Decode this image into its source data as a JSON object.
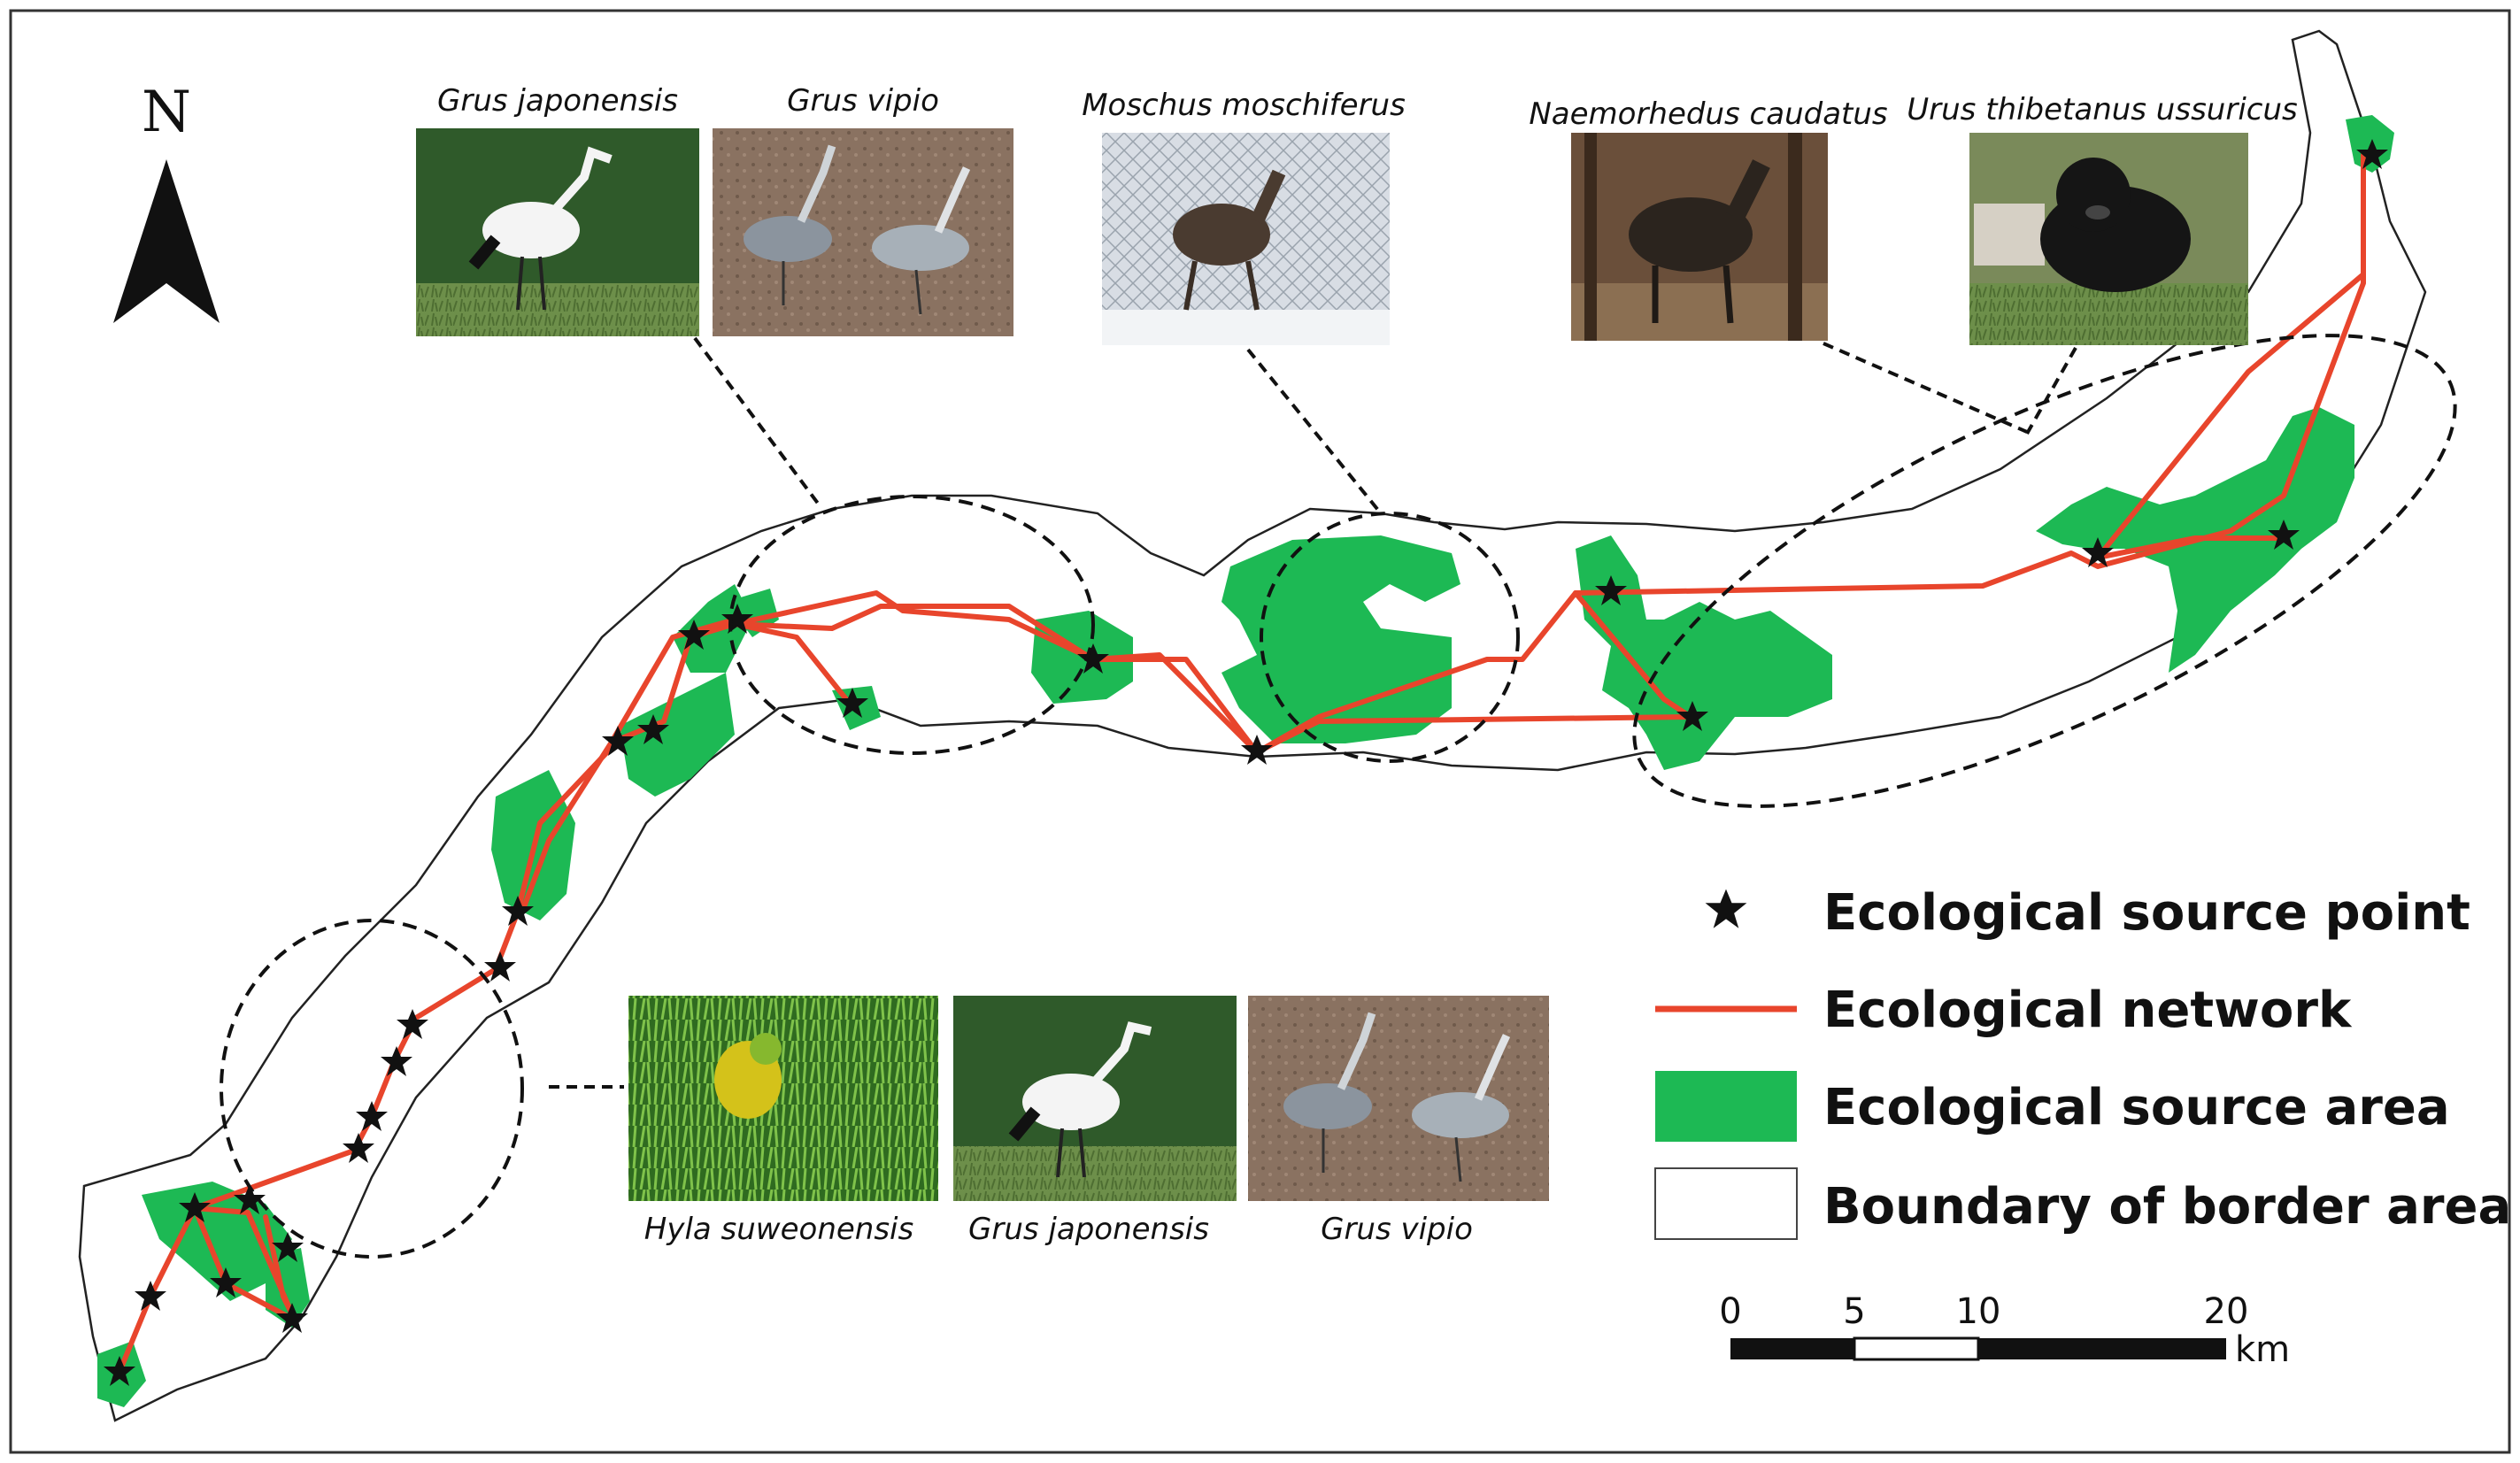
{
  "north_label": "N",
  "species_labels": {
    "grus_japonensis_top": "Grus japonensis",
    "grus_vipio_top": "Grus vipio",
    "moschus": "Moschus moschiferus",
    "naemorhedus": "Naemorhedus caudatus",
    "urus": "Urus thibetanus ussuricus",
    "hyla": "Hyla suweonensis",
    "grus_japonensis_bottom": "Grus japonensis",
    "grus_vipio_bottom": "Grus vipio"
  },
  "legend": {
    "source_point": "Ecological source point",
    "network": "Ecological network",
    "source_area": "Ecological source area",
    "boundary": "Boundary of border area"
  },
  "scale": {
    "ticks": [
      "0",
      "5",
      "10",
      "20"
    ],
    "unit": "km"
  },
  "colors": {
    "source_area": "#1db954",
    "network": "#e8452c",
    "point": "#111111",
    "boundary": "#222222"
  },
  "icons": {
    "north_arrow": "north-arrow-icon",
    "source_point": "star-icon"
  }
}
